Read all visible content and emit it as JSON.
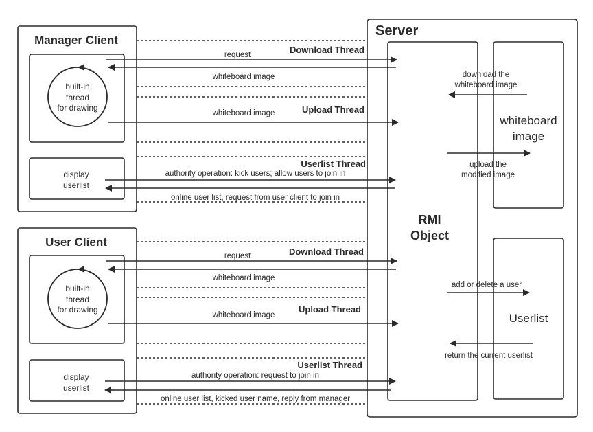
{
  "manager_client": {
    "title": "Manager Client",
    "drawing_thread": [
      "built-in",
      "thread",
      "for drawing"
    ],
    "userlist_display": [
      "display",
      "userlist"
    ]
  },
  "user_client": {
    "title": "User Client",
    "drawing_thread": [
      "built-in",
      "thread",
      "for drawing"
    ],
    "userlist_display": [
      "display",
      "userlist"
    ]
  },
  "server": {
    "title": "Server",
    "rmi_object": [
      "RMI",
      "Object"
    ],
    "whiteboard_store": [
      "whiteboard",
      "image"
    ],
    "userlist_store": "Userlist",
    "download_note": [
      "download the",
      "whiteboard image"
    ],
    "upload_note": [
      "upload the",
      "modified image"
    ],
    "add_delete_note": "add or delete a user",
    "return_note": "return the current userlist"
  },
  "manager_threads": {
    "download_thread": "Download Thread",
    "request": "request",
    "whiteboard_image_down": "whiteboard image",
    "upload_thread": "Upload Thread",
    "whiteboard_image_up": "whiteboard image",
    "userlist_thread": "Userlist Thread",
    "authority_op": "authority operation: kick users; allow users to join in",
    "online_list": "online user list, request from user client to join in"
  },
  "user_threads": {
    "download_thread": "Download Thread",
    "request": "request",
    "whiteboard_image_down": "whiteboard image",
    "upload_thread": "Upload Thread",
    "whiteboard_image_up": "whiteboard image",
    "userlist_thread": "Userlist Thread",
    "authority_op": "authority operation: request to join in",
    "online_list": "online user list, kicked user name, reply from manager"
  }
}
